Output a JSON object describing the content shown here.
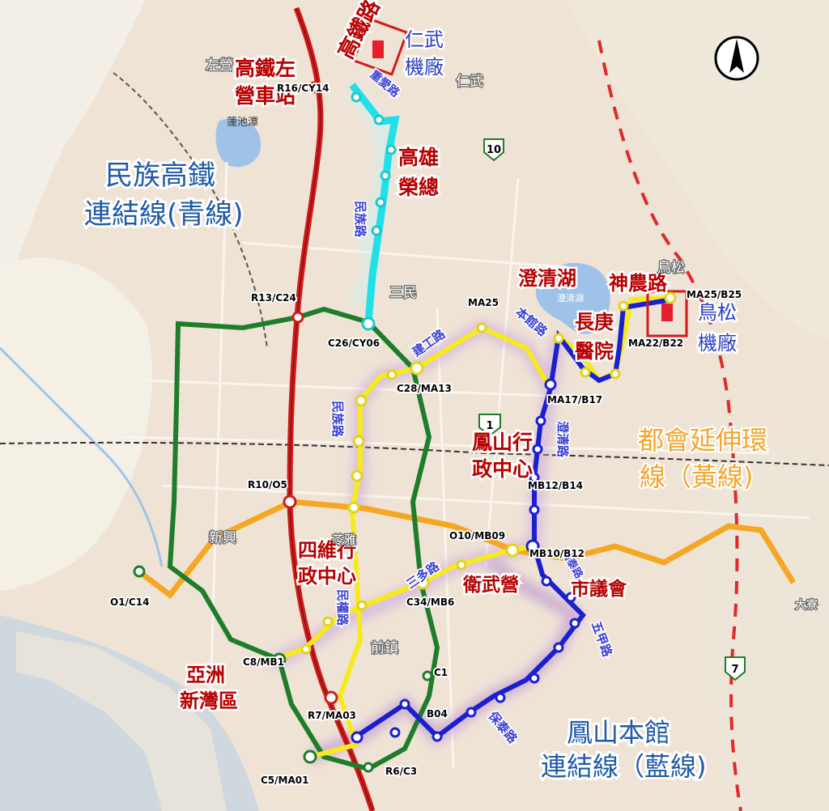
{
  "labels": {
    "hsr_left": "高鐵左",
    "hsr_station_road": "營車站",
    "hsr_road": "高鐵路",
    "renwu_depot_1": "仁武",
    "renwu_depot_2": "機廠",
    "renwu": "仁武",
    "zuoying": "左營",
    "lianchi": "蓮池潭",
    "line_cyan_1": "民族高鐵",
    "line_cyan_2": "連結線(青線)",
    "kaohsiung_vgh_1": "高雄",
    "kaohsiung_vgh_2": "榮總",
    "cheng_ching_lake": "澄清湖",
    "cheng_ching_small": "澄清湖",
    "shennong": "神農路",
    "niaosong": "鳥松",
    "niaosong_depot_1": "鳥松",
    "niaosong_depot_2": "機廠",
    "changgung_1": "長庚",
    "changgung_2": "醫院",
    "sanmin": "三民",
    "fengshan_admin_1": "鳳山行",
    "fengshan_admin_2": "政中心",
    "metro_loop_1": "都會延伸環",
    "metro_loop_2": "線（黃線)",
    "siwei_admin_1": "四維行",
    "siwei_admin_2": "政中心",
    "weiwuying": "衛武營",
    "city_council": "市議會",
    "xinxing": "新興",
    "lingya": "苓雅",
    "qianzhen": "前鎮",
    "asia_bay_1": "亞洲",
    "asia_bay_2": "新灣區",
    "fengshan_main_1": "鳳山本館",
    "fengshan_main_2": "連結線（藍線)",
    "daliao": "大寮",
    "north": "N",
    "route_1": "1",
    "route_7": "7",
    "route_10": "10"
  },
  "roads": {
    "chongde": "重愛路",
    "minzu_north": "民族路",
    "jiangong": "建工路",
    "benguan": "本館路",
    "chengqing": "澄清路",
    "minzu_central": "民族路",
    "sanduo": "三多路",
    "minquan": "民權路",
    "guotai": "國泰路",
    "wujia": "五甲路",
    "baotai": "保泰路"
  },
  "stations": {
    "r16": "R16/CY14",
    "r13": "R13/C24",
    "c26": "C26/CY06",
    "c28": "C28/MA13",
    "ma25": "MA25",
    "ma25b": "MA25/B25",
    "ma22": "MA22/B22",
    "ma17": "MA17/B17",
    "mb12": "MB12/B14",
    "mb10": "MB10/B12",
    "o10": "O10/MB09",
    "r10": "R10/O5",
    "o1": "O1/C14",
    "c34": "C34/MB6",
    "c8": "C8/MB1",
    "c1": "C1",
    "r7": "R7/MA03",
    "b04": "B04",
    "r6": "R6/C3",
    "c5": "C5/MA01"
  },
  "colors": {
    "red_line": "#d11a1a",
    "orange_line": "#f5a623",
    "green_line": "#1e7d2a",
    "cyan_line": "#22e0e8",
    "yellow_line": "#f7ea1c",
    "blue_line": "#1a1fd0",
    "label_red": "#b80000",
    "label_blue": "#2a3fbf"
  }
}
